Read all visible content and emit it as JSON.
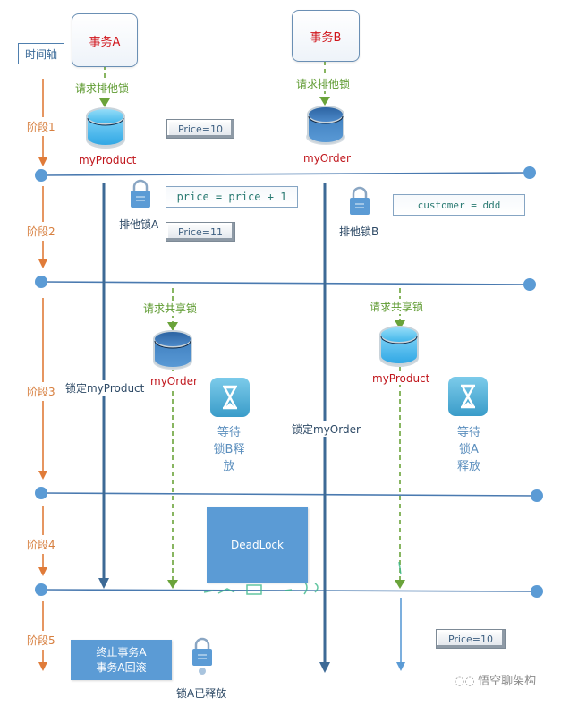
{
  "timeline": {
    "label": "时间轴"
  },
  "transactions": {
    "a": {
      "label": "事务A"
    },
    "b": {
      "label": "事务B"
    }
  },
  "stages": [
    {
      "label": "阶段1"
    },
    {
      "label": "阶段2"
    },
    {
      "label": "阶段3"
    },
    {
      "label": "阶段4"
    },
    {
      "label": "阶段5"
    }
  ],
  "stage1": {
    "a_request": "请求排他锁",
    "b_request": "请求排他锁",
    "a_table": "myProduct",
    "b_table": "myOrder",
    "price": "Price=10"
  },
  "stage2": {
    "lock_a": "排他锁A",
    "lock_b": "排他锁B",
    "code_a": "price = price + 1",
    "code_b": "customer = ddd",
    "price": "Price=11"
  },
  "stage3": {
    "a_holds": "锁定myProduct",
    "b_holds": "锁定myOrder",
    "a_request": "请求共享锁",
    "b_request": "请求共享锁",
    "a_target": "myOrder",
    "b_target": "myProduct",
    "a_wait": [
      "等待",
      "锁B释",
      "放"
    ],
    "b_wait": [
      "等待",
      "锁A",
      "释放"
    ]
  },
  "stage4": {
    "deadlock": "DeadLock"
  },
  "stage5": {
    "abort_line1": "终止事务A",
    "abort_line2": "事务A回滚",
    "released": "锁A已释放",
    "price": "Price=10"
  },
  "watermark": {
    "text": "悟空聊架构"
  },
  "colors": {
    "timeline_orange": "#e07b39",
    "line_blue": "#4a7ab0",
    "dot_blue": "#5b9bd5",
    "thread_dark": "#3d6a96",
    "request_green": "#6aa33a",
    "title_red": "#d0141a"
  }
}
